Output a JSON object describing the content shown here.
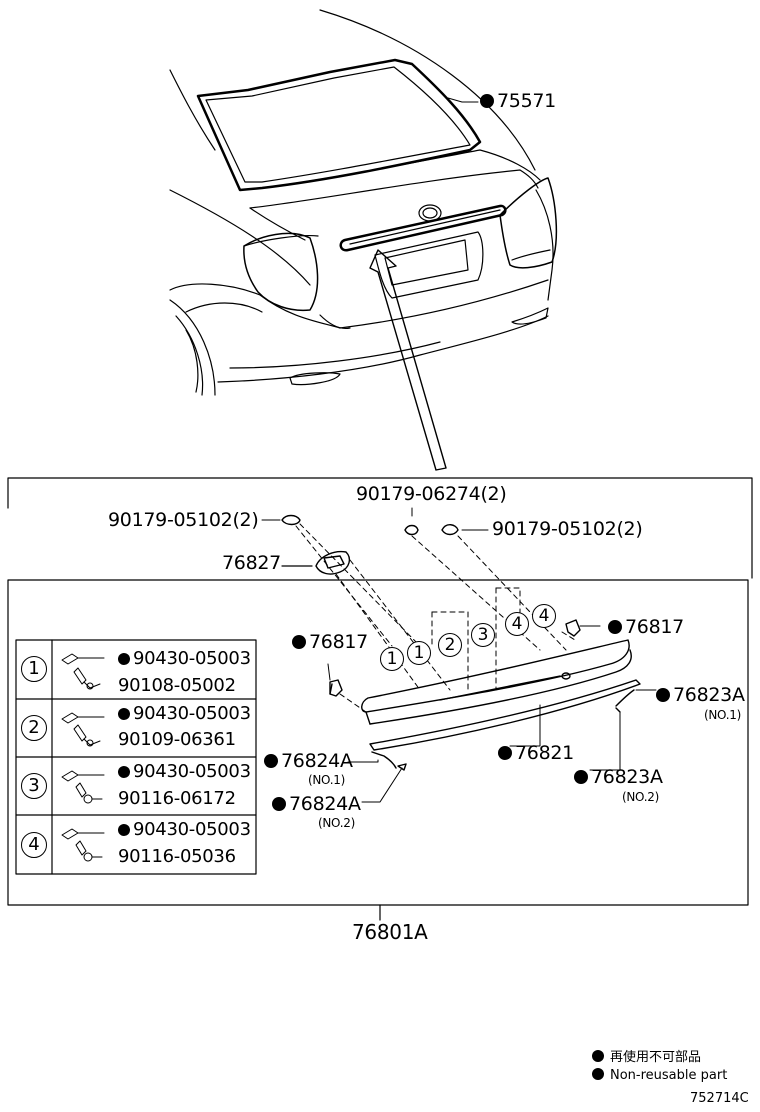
{
  "callouts": {
    "p75571": "75571",
    "p90179_06274": "90179-06274(2)",
    "p90179_05102_left": "90179-05102(2)",
    "p90179_05102_right": "90179-05102(2)",
    "p76827": "76827",
    "p76817_left": "76817",
    "p76817_right": "76817",
    "p76823A_no1": "76823A",
    "no1_a": "(NO.1)",
    "p76821": "76821",
    "p76823A_no2": "76823A",
    "no2_a": "(NO.2)",
    "p76824A_no1": "76824A",
    "no1_b": "(NO.1)",
    "p76824A_no2": "76824A",
    "no2_b": "(NO.2)",
    "p76801A": "76801A"
  },
  "diagram_markers": [
    "1",
    "1",
    "2",
    "3",
    "4",
    "4"
  ],
  "fastener_table": [
    {
      "key": "1",
      "clip": "90430-05003",
      "screw": "90108-05002"
    },
    {
      "key": "2",
      "clip": "90430-05003",
      "screw": "90109-06361"
    },
    {
      "key": "3",
      "clip": "90430-05003",
      "screw": "90116-06172"
    },
    {
      "key": "4",
      "clip": "90430-05003",
      "screw": "90116-05036"
    }
  ],
  "legend": {
    "japanese": "再使用不可部品",
    "english": "Non-reusable part"
  },
  "figure_id": "752714C"
}
